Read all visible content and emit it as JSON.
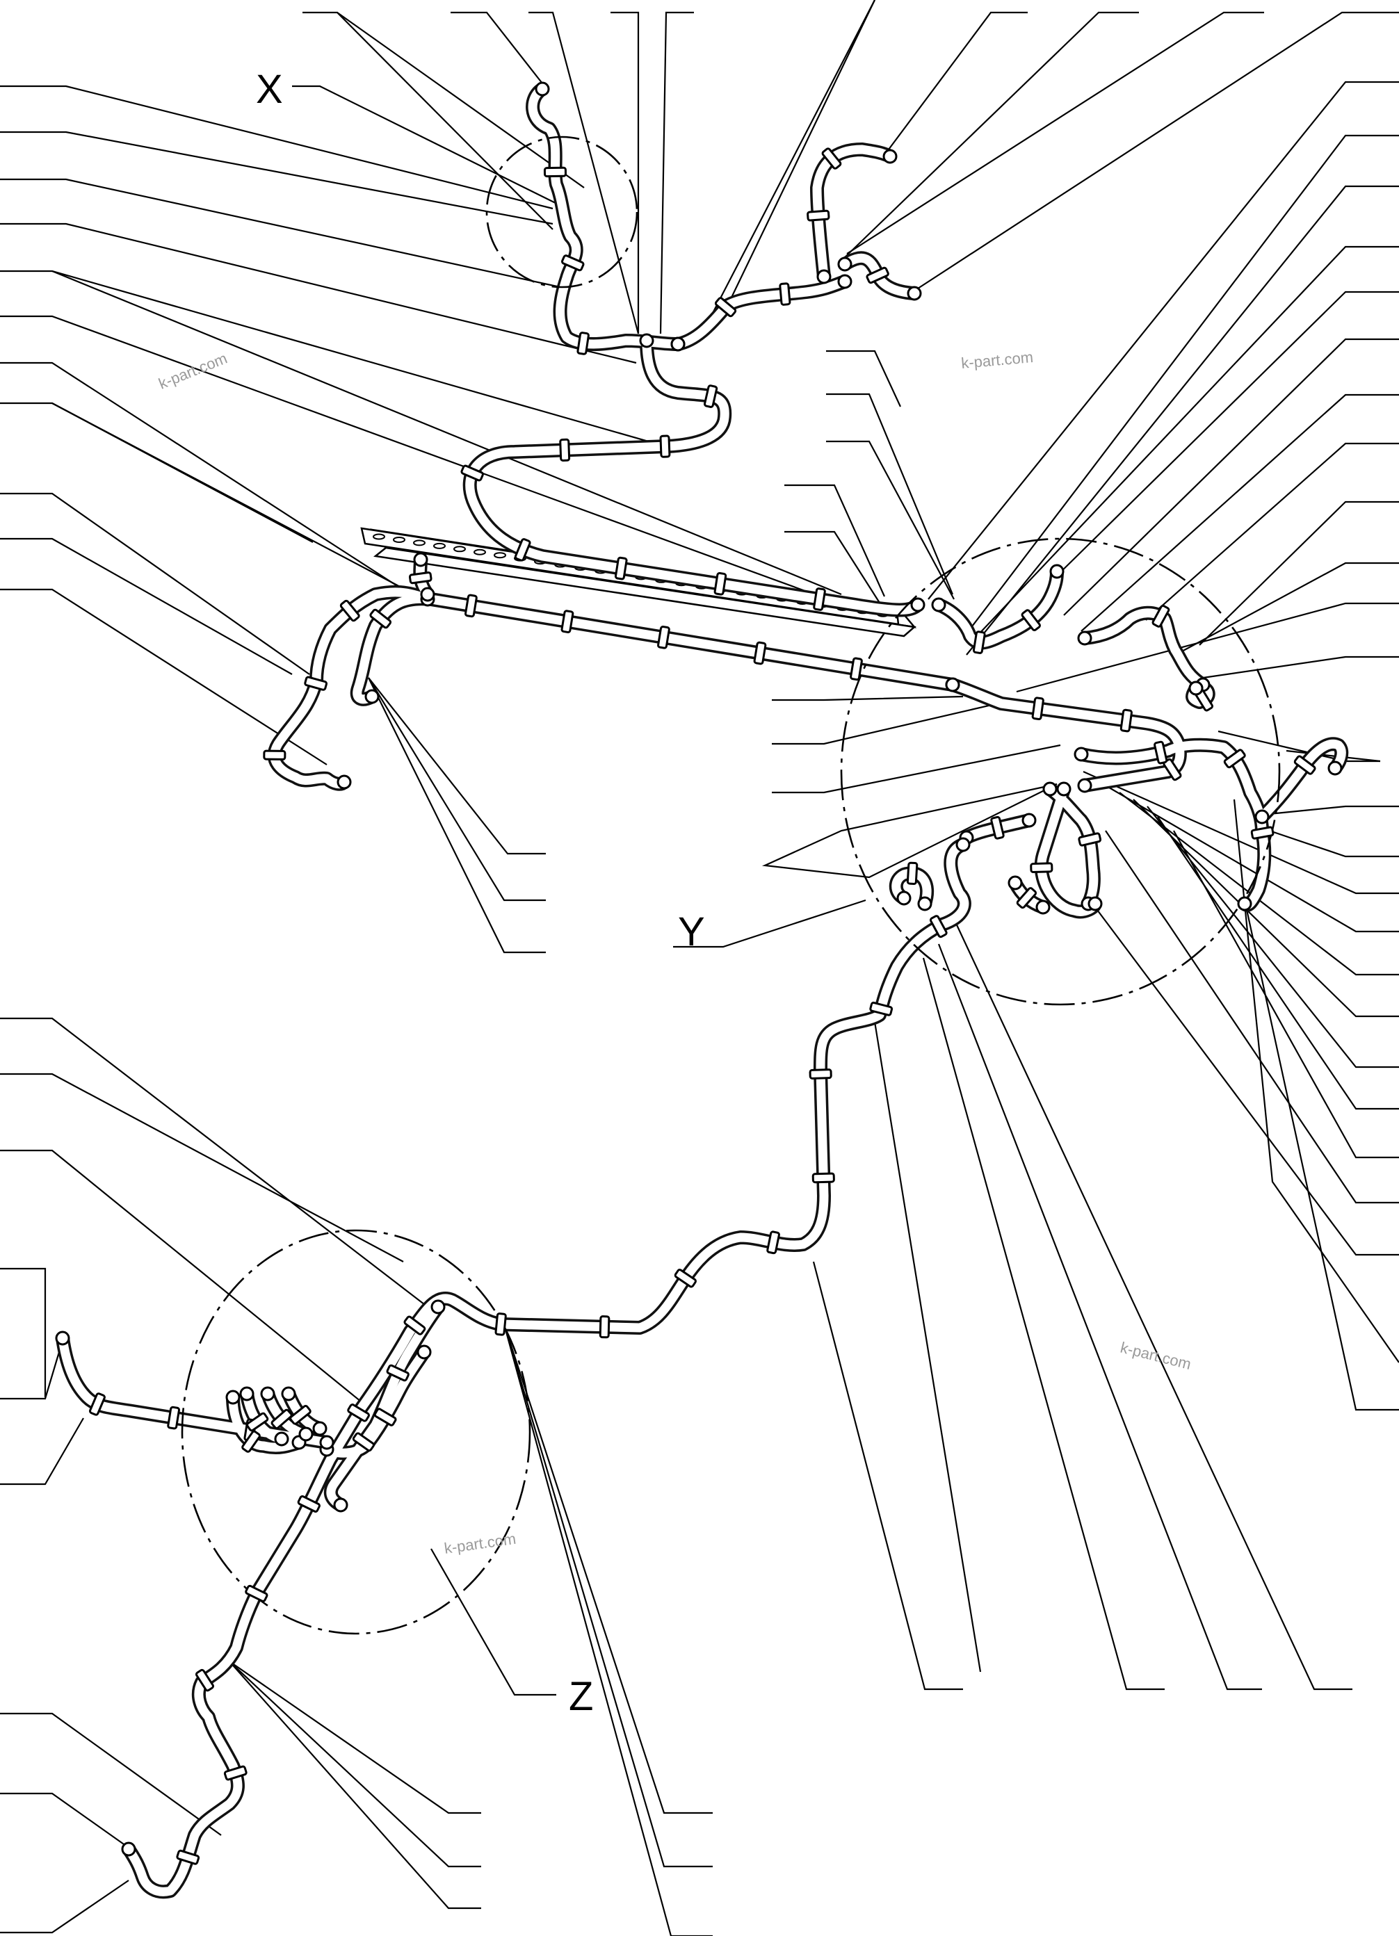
{
  "views": [
    {
      "id": "x",
      "label": "X"
    },
    {
      "id": "y",
      "label": "Y"
    },
    {
      "id": "z",
      "label": "Z"
    }
  ],
  "watermarks": [
    {
      "id": "wm1",
      "text": "k-part.com"
    },
    {
      "id": "wm2",
      "text": "k-part.com"
    },
    {
      "id": "wm3",
      "text": "k-part.com"
    },
    {
      "id": "wm4",
      "text": "k-part.com"
    }
  ]
}
